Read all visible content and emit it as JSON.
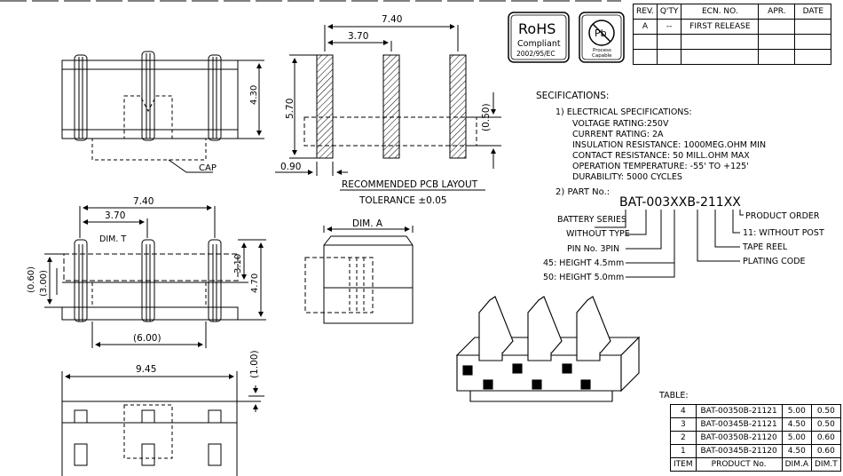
{
  "rohs": {
    "title": "RoHS",
    "line2": "Compliant",
    "line3": "2002/95/EC"
  },
  "pb_badge": {
    "symbol": "Pb",
    "line1": "Process",
    "line2": "Capable"
  },
  "revision": {
    "headers": [
      "REV.",
      "Q'TY",
      "ECN. NO.",
      "APR.",
      "DATE"
    ],
    "rows": [
      [
        "A",
        "--",
        "FIRST RELEASE",
        "",
        ""
      ],
      [
        "",
        "",
        "",
        "",
        ""
      ],
      [
        "",
        "",
        "",
        "",
        ""
      ]
    ]
  },
  "specs": {
    "heading": "SECIFICATIONS:",
    "electrical_title": "1) ELECTRICAL SPECIFICATIONS:",
    "items": [
      "VOLTAGE RATING:250V",
      "CURRENT RATING: 2A",
      "INSULATION RESISTANCE: 1000MEG.OHM MIN",
      "CONTACT RESISTANCE: 50 MILL.OHM MAX",
      "OPERATION TEMPERATURE: -55' TO +125'",
      "DURABILITY: 5000 CYCLES"
    ],
    "part_title": "2) PART No.:",
    "part_number": "BAT-003XXB-211XX",
    "labels_left": [
      "BATTERY SERIES",
      "WITHOUT TYPE",
      "PIN No. 3PIN",
      "45: HEIGHT 4.5mm",
      "50: HEIGHT 5.0mm"
    ],
    "labels_right": [
      "PRODUCT ORDER",
      "11: WITHOUT POST",
      "TAPE REEL",
      "PLATING CODE"
    ]
  },
  "pcb_layout": {
    "title": "RECOMMENDED PCB LAYOUT",
    "tolerance": "TOLERANCE ±0.05",
    "dims": [
      "7.40",
      "3.70",
      "5.70",
      "(0.50)",
      "0.90"
    ]
  },
  "top_view": {
    "dims": [
      "4.30"
    ],
    "label": "CAP"
  },
  "front_view": {
    "dims": [
      "7.40",
      "3.70",
      "DIM. T",
      "(0.60)",
      "(3.00)",
      "3.10",
      "4.70",
      "(6.00)"
    ]
  },
  "side_view": {
    "dims": [
      "DIM. A"
    ]
  },
  "bottom_view": {
    "dims": [
      "9.45",
      "(1.00)"
    ]
  },
  "parts_table": {
    "title": "TABLE:",
    "headers": [
      "ITEM",
      "PRODUCT No.",
      "DIM.A",
      "DIM.T"
    ],
    "rows": [
      [
        "4",
        "BAT-00350B-21121",
        "5.00",
        "0.50"
      ],
      [
        "3",
        "BAT-00345B-21121",
        "4.50",
        "0.50"
      ],
      [
        "2",
        "BAT-00350B-21120",
        "5.00",
        "0.60"
      ],
      [
        "1",
        "BAT-00345B-21120",
        "4.50",
        "0.60"
      ]
    ]
  }
}
